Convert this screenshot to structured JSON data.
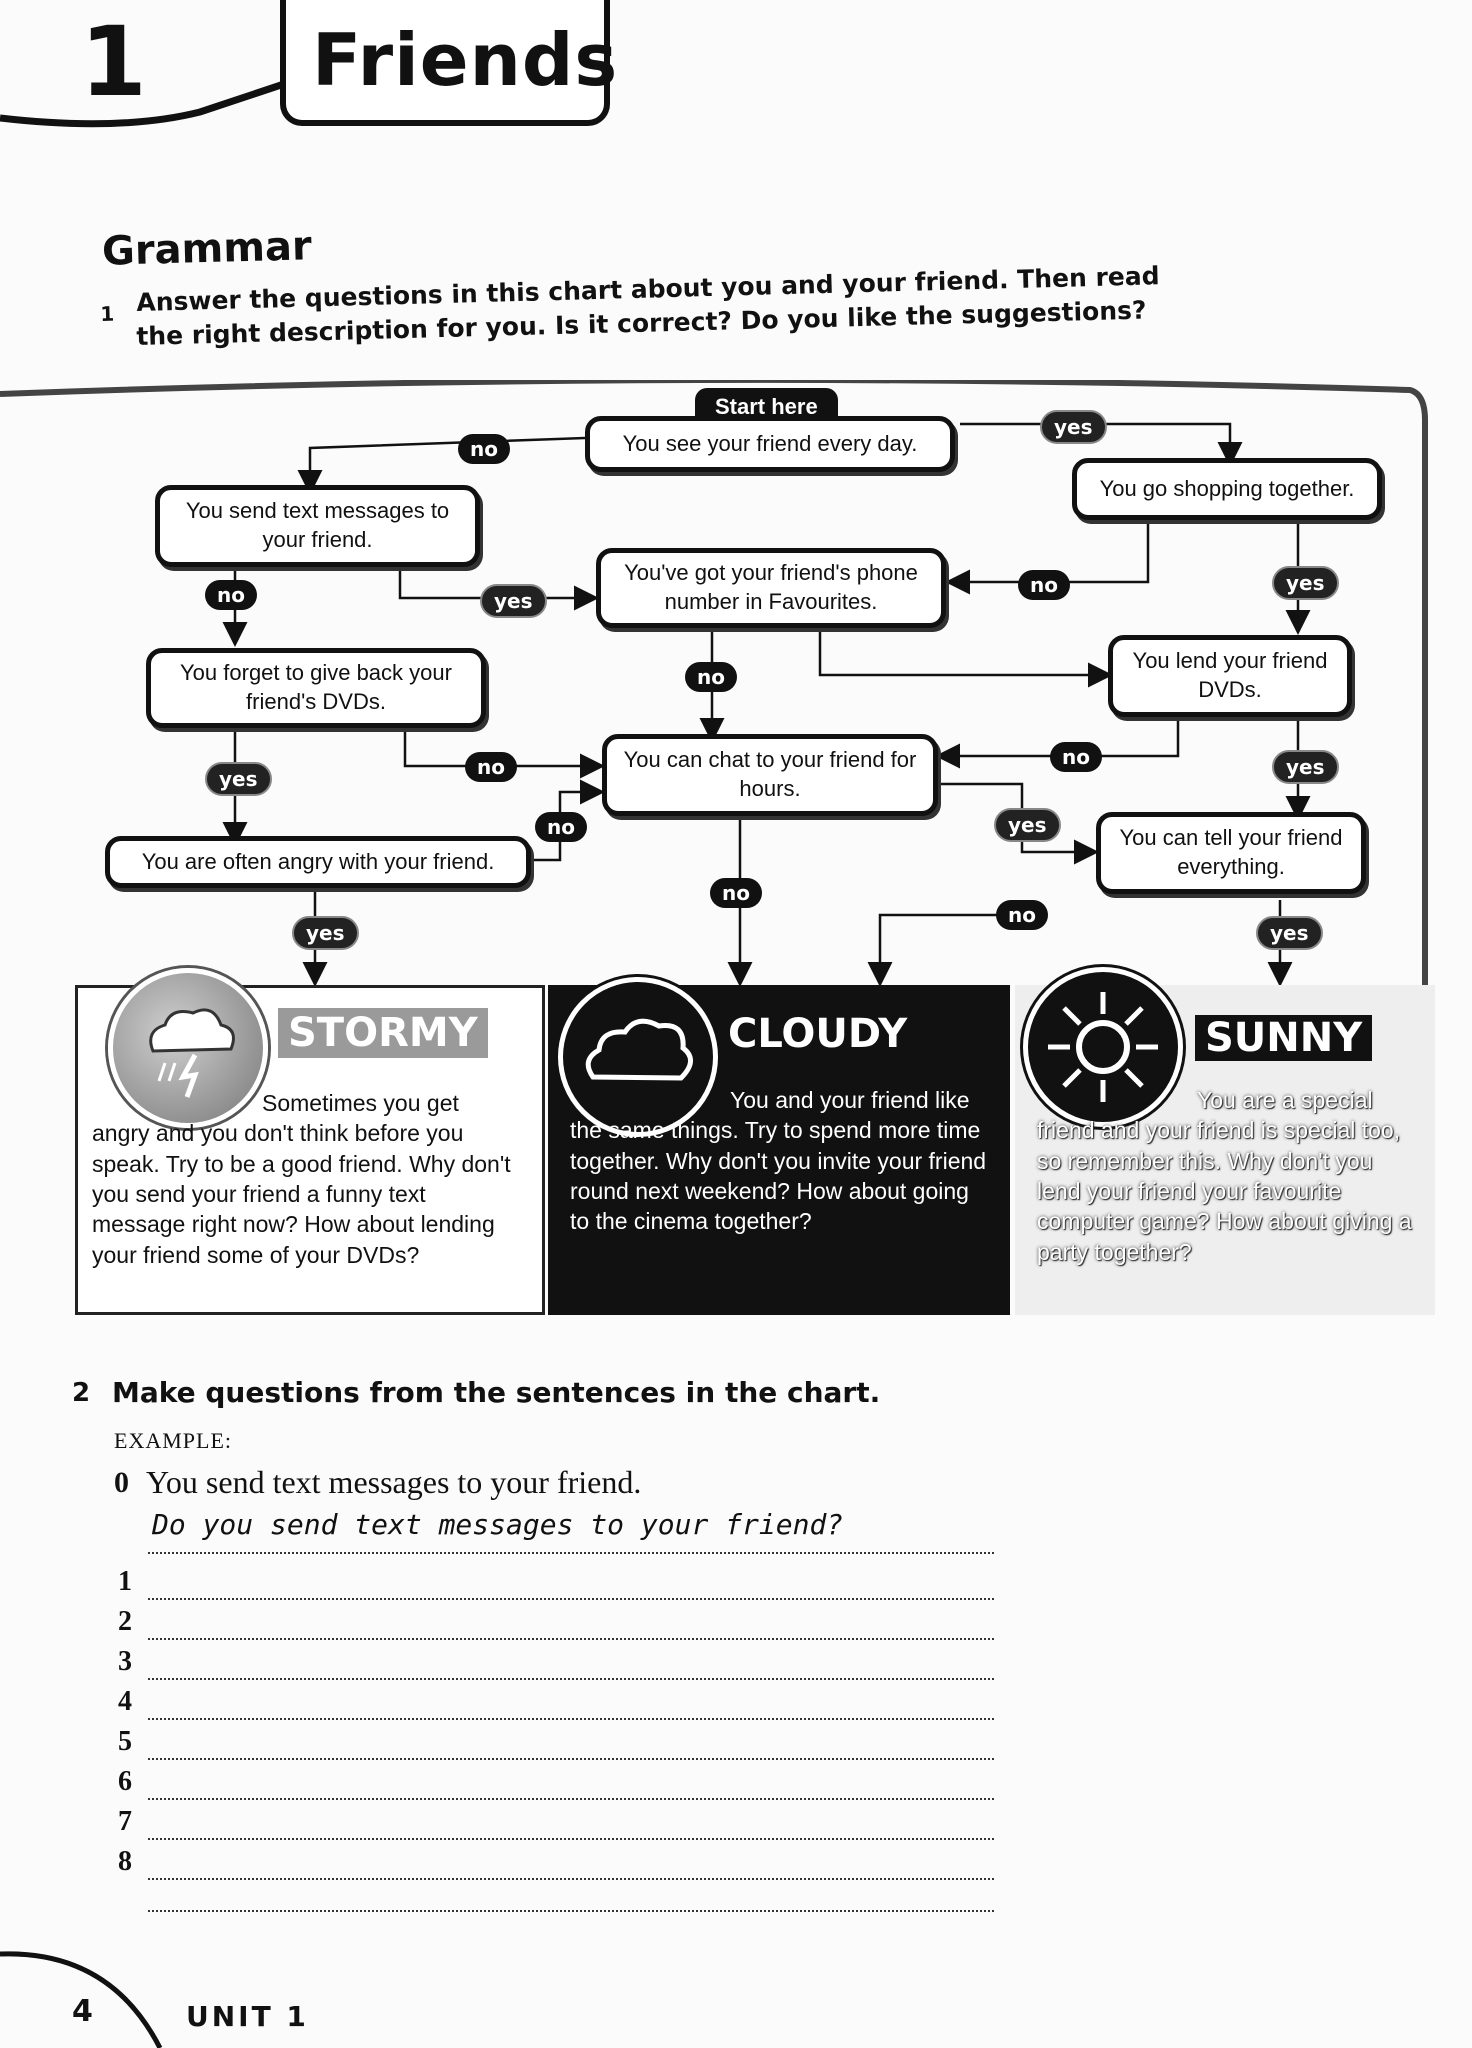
{
  "header": {
    "unit_number": "1",
    "title": "Friends"
  },
  "section": {
    "heading": "Grammar"
  },
  "exercise1": {
    "number": "1",
    "instruction_line1": "Answer the questions in this chart about you and your friend. Then read",
    "instruction_line2": "the right description for you. Is it correct? Do you like the suggestions?"
  },
  "flowchart": {
    "start_label": "Start here",
    "nodes": {
      "see_friend": "You see your friend every day.",
      "text_messages": "You send text messages to your friend.",
      "shopping": "You go shopping together.",
      "phone_number": "You've got your friend's phone number in Favourites.",
      "forget_dvds": "You forget to give back your friend's DVDs.",
      "lend_dvds": "You lend your friend DVDs.",
      "chat_hours": "You can chat to your friend for hours.",
      "angry": "You are often angry with your friend.",
      "tell_everything": "You can tell your friend everything."
    },
    "labels": {
      "yes": "yes",
      "no": "no"
    }
  },
  "results": {
    "stormy": {
      "heading": "STORMY",
      "icon": "storm-cloud-icon",
      "text": "Sometimes you get angry and you don't think before you speak. Try to be a good friend. Why don't you send your friend a funny text message right now? How about lending your friend some of your DVDs?"
    },
    "cloudy": {
      "heading": "CLOUDY",
      "icon": "cloud-icon",
      "text": "You and your friend like the same things. Try to spend more time together. Why don't you invite your friend round next weekend? How about going to the cinema together?"
    },
    "sunny": {
      "heading": "SUNNY",
      "icon": "sun-icon",
      "text": "You are a special friend and your friend is special too, so remember this. Why don't you lend your friend your favourite computer game? How about giving a party together?"
    }
  },
  "exercise2": {
    "number": "2",
    "instruction": "Make questions from the sentences in the chart.",
    "example_label": "EXAMPLE:",
    "example_number": "0",
    "example_sentence": "You send text messages to your friend.",
    "example_answer": "Do you send text messages to your friend?",
    "line_numbers": [
      "1",
      "2",
      "3",
      "4",
      "5",
      "6",
      "7",
      "8"
    ]
  },
  "footer": {
    "page_number": "4",
    "unit_label": "UNIT 1"
  }
}
